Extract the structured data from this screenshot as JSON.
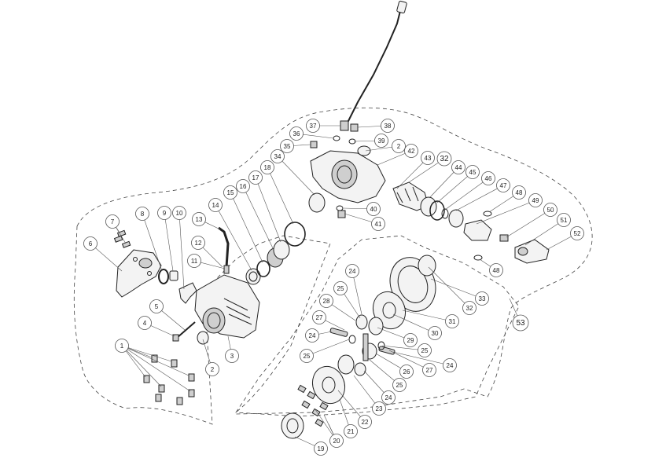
{
  "diagram": {
    "callouts": [
      {
        "id": "c1",
        "label": "1"
      },
      {
        "id": "c2a",
        "label": "2"
      },
      {
        "id": "c2b",
        "label": "2"
      },
      {
        "id": "c3",
        "label": "3"
      },
      {
        "id": "c4",
        "label": "4"
      },
      {
        "id": "c5",
        "label": "5"
      },
      {
        "id": "c6",
        "label": "6"
      },
      {
        "id": "c7",
        "label": "7"
      },
      {
        "id": "c8",
        "label": "8"
      },
      {
        "id": "c9",
        "label": "9"
      },
      {
        "id": "c10",
        "label": "10"
      },
      {
        "id": "c11",
        "label": "11"
      },
      {
        "id": "c12",
        "label": "12"
      },
      {
        "id": "c13",
        "label": "13"
      },
      {
        "id": "c14",
        "label": "14"
      },
      {
        "id": "c15",
        "label": "15"
      },
      {
        "id": "c16",
        "label": "16"
      },
      {
        "id": "c17",
        "label": "17"
      },
      {
        "id": "c18",
        "label": "18"
      },
      {
        "id": "c19",
        "label": "19"
      },
      {
        "id": "c20",
        "label": "20"
      },
      {
        "id": "c21",
        "label": "21"
      },
      {
        "id": "c22",
        "label": "22"
      },
      {
        "id": "c23",
        "label": "23"
      },
      {
        "id": "c24a",
        "label": "24"
      },
      {
        "id": "c24b",
        "label": "24"
      },
      {
        "id": "c24c",
        "label": "24"
      },
      {
        "id": "c24d",
        "label": "24"
      },
      {
        "id": "c25a",
        "label": "25"
      },
      {
        "id": "c25b",
        "label": "25"
      },
      {
        "id": "c25c",
        "label": "25"
      },
      {
        "id": "c25d",
        "label": "25"
      },
      {
        "id": "c26",
        "label": "26"
      },
      {
        "id": "c27a",
        "label": "27"
      },
      {
        "id": "c27b",
        "label": "27"
      },
      {
        "id": "c28",
        "label": "28"
      },
      {
        "id": "c29",
        "label": "29"
      },
      {
        "id": "c30",
        "label": "30"
      },
      {
        "id": "c31",
        "label": "31"
      },
      {
        "id": "c32a",
        "label": "32"
      },
      {
        "id": "c32b",
        "label": "32"
      },
      {
        "id": "c33",
        "label": "33"
      },
      {
        "id": "c34",
        "label": "34"
      },
      {
        "id": "c35",
        "label": "35"
      },
      {
        "id": "c36",
        "label": "36"
      },
      {
        "id": "c37",
        "label": "37"
      },
      {
        "id": "c38",
        "label": "38"
      },
      {
        "id": "c39",
        "label": "39"
      },
      {
        "id": "c40",
        "label": "40"
      },
      {
        "id": "c41",
        "label": "41"
      },
      {
        "id": "c42",
        "label": "42"
      },
      {
        "id": "c43",
        "label": "43"
      },
      {
        "id": "c44",
        "label": "44"
      },
      {
        "id": "c45",
        "label": "45"
      },
      {
        "id": "c46",
        "label": "46"
      },
      {
        "id": "c47",
        "label": "47"
      },
      {
        "id": "c48a",
        "label": "48"
      },
      {
        "id": "c48b",
        "label": "48"
      },
      {
        "id": "c49",
        "label": "49"
      },
      {
        "id": "c50",
        "label": "50"
      },
      {
        "id": "c51",
        "label": "51"
      },
      {
        "id": "c52",
        "label": "52"
      },
      {
        "id": "c53",
        "label": "53"
      }
    ]
  }
}
